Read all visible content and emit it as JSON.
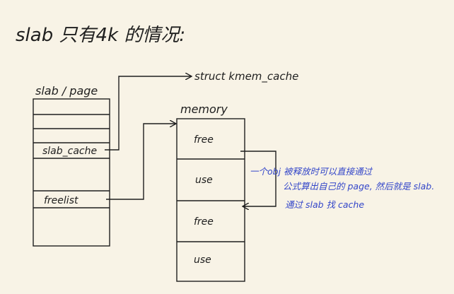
{
  "title": "slab 只有4k 的情况:",
  "slab_page": {
    "label": "slab / page",
    "slab_cache_field": "slab_cache",
    "freelist_field": "freelist"
  },
  "kmem_cache_target": "struct kmem_cache",
  "memory": {
    "label": "memory",
    "cells": [
      "free",
      "use",
      "free",
      "use"
    ]
  },
  "note": {
    "line1": "一个obj 被释放时可以直接通过",
    "line2": "公式算出自己的 page, 然后就是 slab.",
    "line3": "通过 slab 找 cache"
  },
  "colors": {
    "background": "#f8f3e6",
    "ink": "#1e1e1e",
    "note_ink": "#3346c9"
  }
}
